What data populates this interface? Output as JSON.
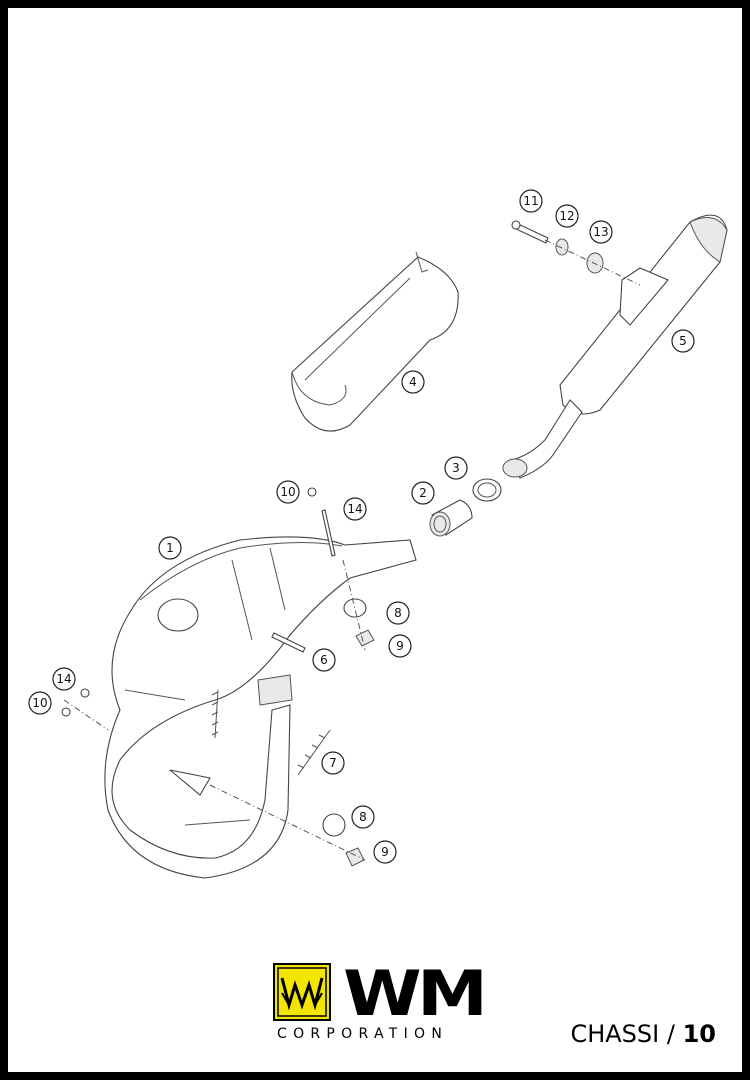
{
  "callouts": [
    "1",
    "2",
    "3",
    "4",
    "5",
    "6",
    "7",
    "8",
    "9",
    "10",
    "11",
    "12",
    "13",
    "14"
  ],
  "logo": {
    "text": "WM",
    "subtitle": "CORPORATION",
    "accent": "#f2e500"
  },
  "footer": {
    "section": "CHASSI",
    "separator": "/",
    "page_number": "10"
  }
}
